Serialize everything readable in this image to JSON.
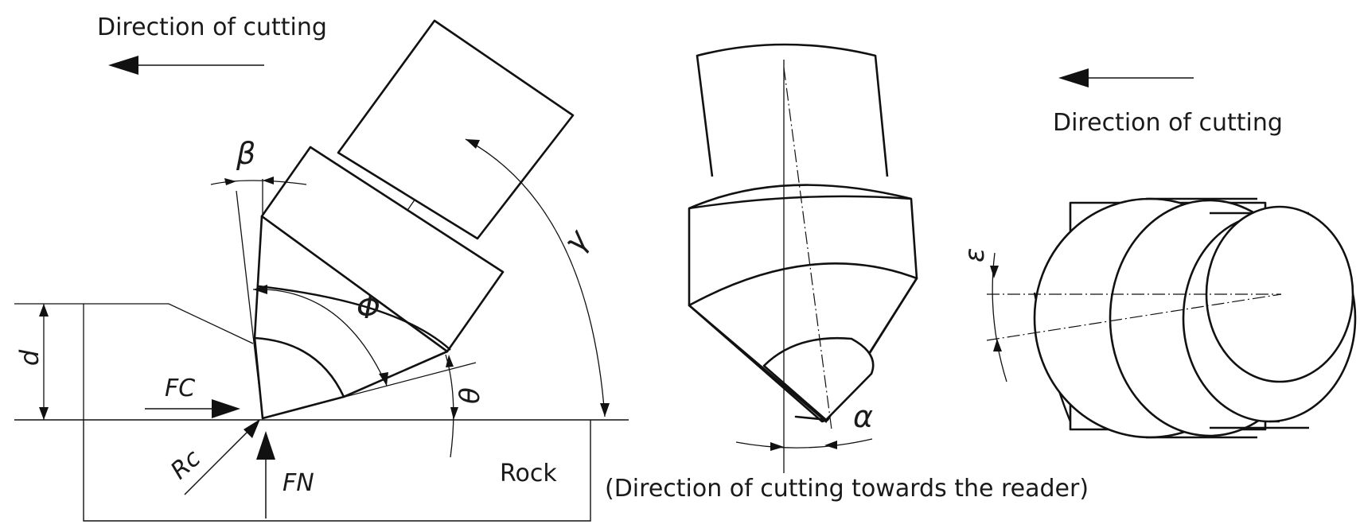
{
  "labels": {
    "direction_left": "Direction of cutting",
    "direction_right": "Direction of cutting",
    "direction_towards_reader": "(Direction of cutting towards the reader)",
    "rock": "Rock",
    "fc": "FC",
    "fn": "FN",
    "rc": "Rc",
    "d": "d"
  },
  "symbols": {
    "beta": "β",
    "gamma": "γ",
    "phi": "Φ",
    "theta": "θ",
    "alpha": "α",
    "epsilon": "ε"
  }
}
